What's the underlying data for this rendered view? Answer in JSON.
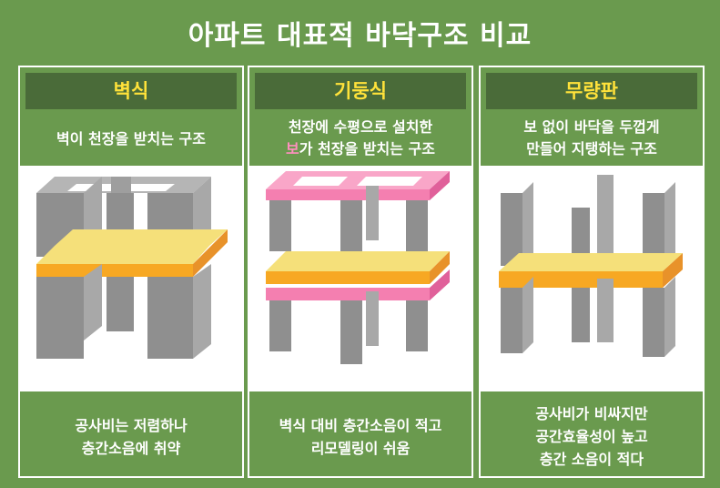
{
  "title": "아파트 대표적 바닥구조 비교",
  "panels": [
    {
      "heading": "벽식",
      "desc_lines": [
        "벽이 천장을 받치는 구조"
      ],
      "foot_lines": [
        "공사비는 저렴하나",
        "층간소음에 취약"
      ]
    },
    {
      "heading": "기둥식",
      "desc_line1": "천장에 수평으로 설치한",
      "desc_line2_hl": "보",
      "desc_line2_rest": "가 천장을 받치는 구조",
      "foot_lines": [
        "벽식 대비 층간소음이 적고",
        "리모델링이 쉬움"
      ]
    },
    {
      "heading": "무량판",
      "desc_lines": [
        "보 없이 바닥을 두껍게",
        "만들어 지탱하는 구조"
      ],
      "foot_lines": [
        "공사비가 비싸지만",
        "공간효율성이 높고",
        "층간 소음이 적다"
      ]
    }
  ],
  "colors": {
    "background": "#6a9a4e",
    "header": "#4a6b39",
    "heading_text": "#ffe23a",
    "concrete": "#8f8f8f",
    "slab": "#f5e07a",
    "slab_edge": "#f7a823",
    "beam": "#f47fb0",
    "highlight": "#ff8fbf"
  }
}
